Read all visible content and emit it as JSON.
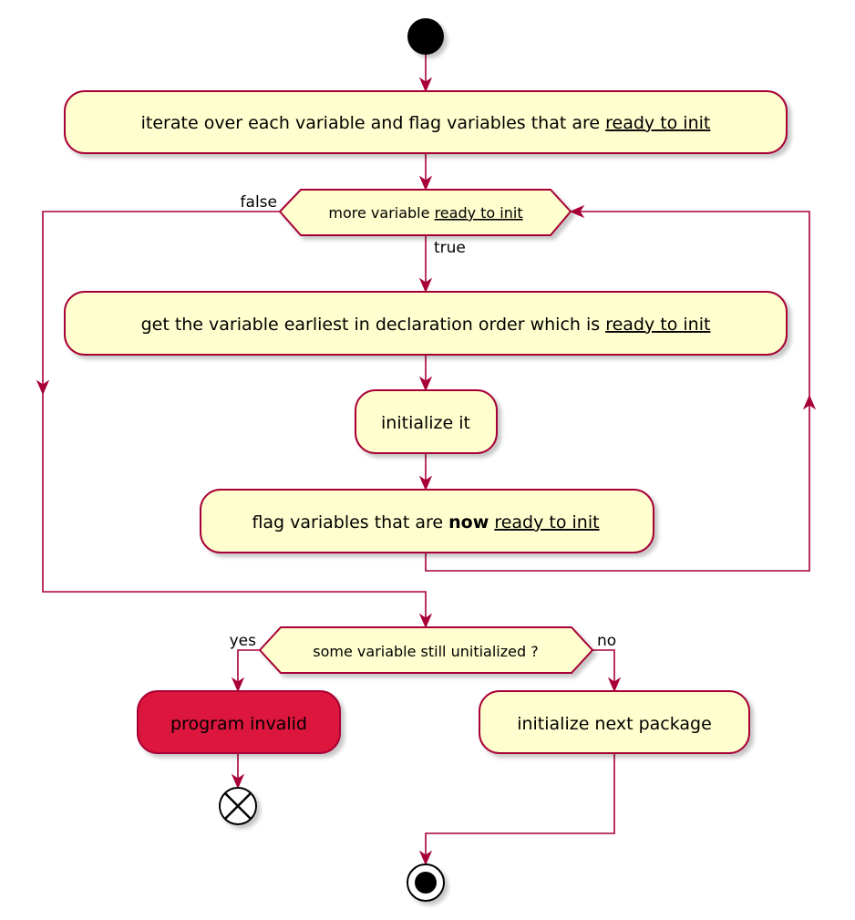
{
  "colors": {
    "line": "#A80036",
    "box_fill": "#FEFECE",
    "invalid_fill": "#DC143C",
    "node_black": "#000000",
    "shadow": "#c8c8c8"
  },
  "nodes": {
    "step1": [
      "iterate over each variable and flag variables that are ",
      "ready to init"
    ],
    "loop_condition": [
      "more variable ",
      "ready to init"
    ],
    "step2": [
      "get the variable earliest in declaration order which is ",
      "ready to init"
    ],
    "step3": "initialize it",
    "step4": [
      "flag variables that are ",
      "now",
      " ",
      "ready to init"
    ],
    "decision2": "some variable still unitialized ?",
    "invalid": "program invalid",
    "next": "initialize next package"
  },
  "edge_labels": {
    "loop_false": "false",
    "loop_true": "true",
    "decision_yes": "yes",
    "decision_no": "no"
  }
}
